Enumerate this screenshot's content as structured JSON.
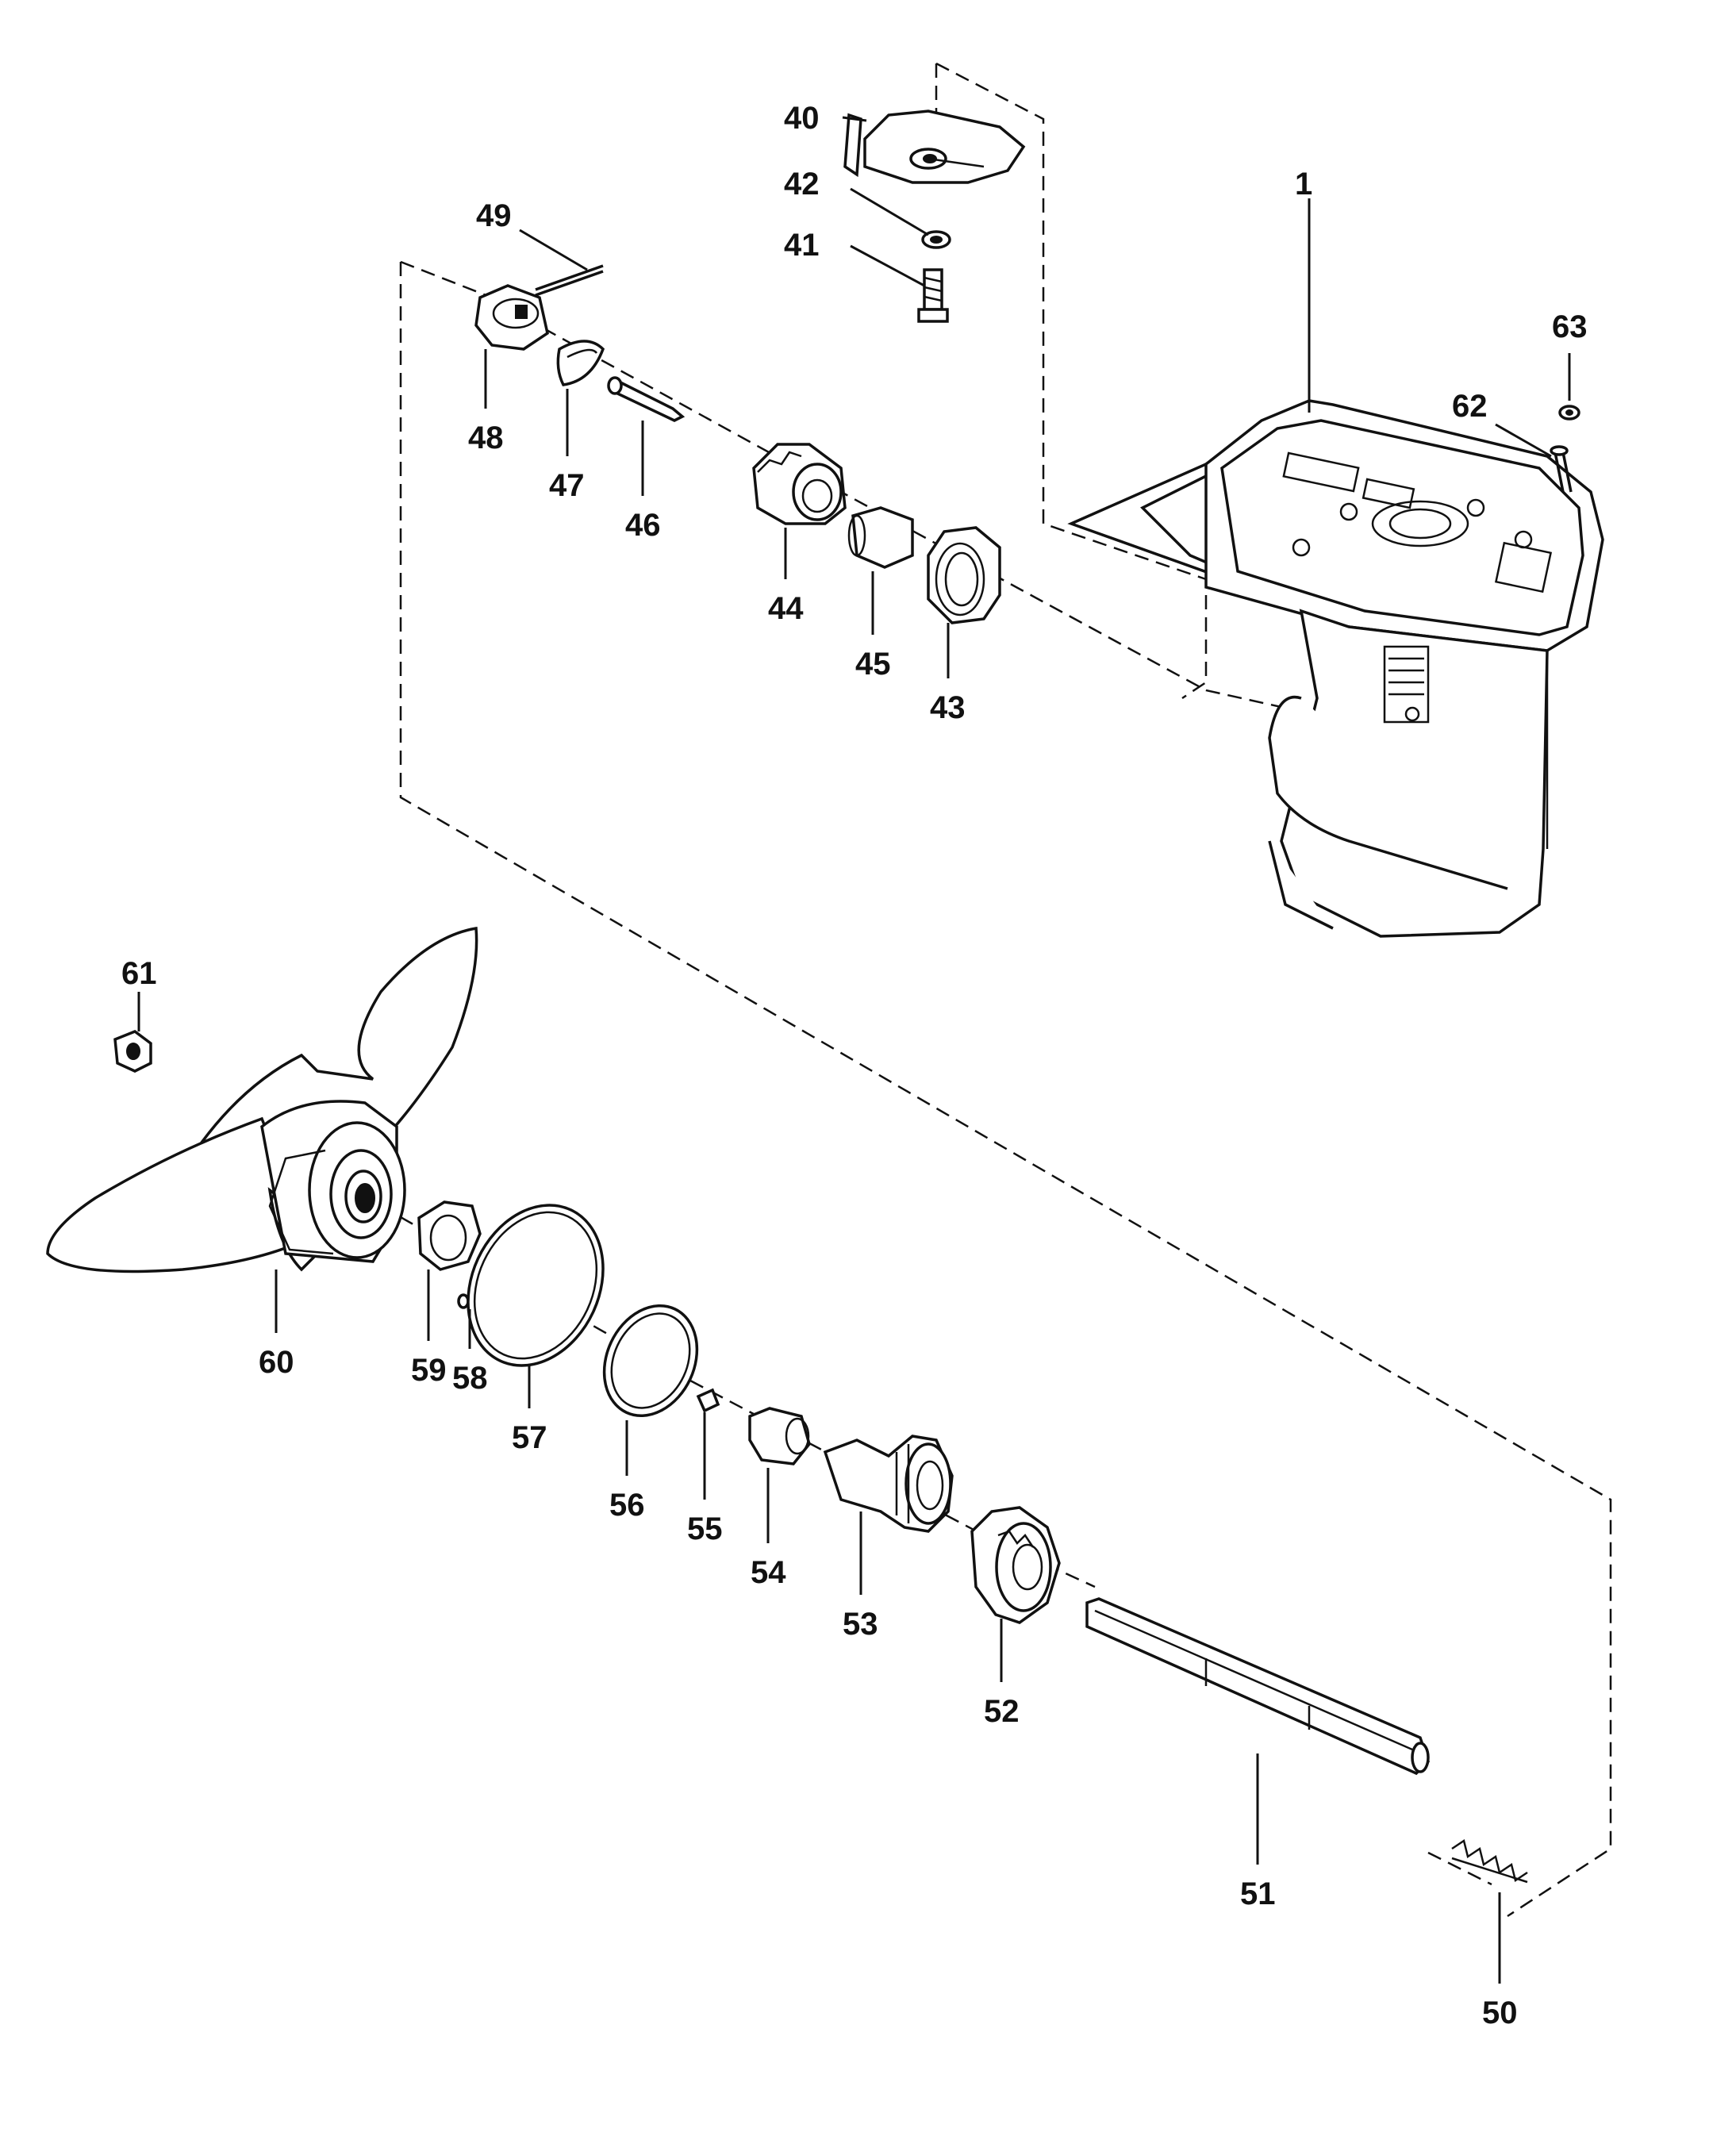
{
  "diagram": {
    "callouts": [
      {
        "id": "p1",
        "label": "1"
      },
      {
        "id": "p40",
        "label": "40"
      },
      {
        "id": "p41",
        "label": "41"
      },
      {
        "id": "p42",
        "label": "42"
      },
      {
        "id": "p43",
        "label": "43"
      },
      {
        "id": "p44",
        "label": "44"
      },
      {
        "id": "p45",
        "label": "45"
      },
      {
        "id": "p46",
        "label": "46"
      },
      {
        "id": "p47",
        "label": "47"
      },
      {
        "id": "p48",
        "label": "48"
      },
      {
        "id": "p49",
        "label": "49"
      },
      {
        "id": "p50",
        "label": "50"
      },
      {
        "id": "p51",
        "label": "51"
      },
      {
        "id": "p52",
        "label": "52"
      },
      {
        "id": "p53",
        "label": "53"
      },
      {
        "id": "p54",
        "label": "54"
      },
      {
        "id": "p55",
        "label": "55"
      },
      {
        "id": "p56",
        "label": "56"
      },
      {
        "id": "p57",
        "label": "57"
      },
      {
        "id": "p58",
        "label": "58"
      },
      {
        "id": "p59",
        "label": "59"
      },
      {
        "id": "p60",
        "label": "60"
      },
      {
        "id": "p61",
        "label": "61"
      },
      {
        "id": "p62",
        "label": "62"
      },
      {
        "id": "p63",
        "label": "63"
      }
    ]
  }
}
